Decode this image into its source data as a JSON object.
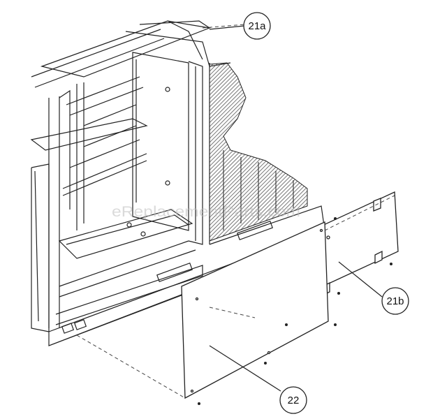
{
  "watermark": "eReplacementParts.com",
  "callouts": [
    {
      "id": "c21a",
      "label": "21a"
    },
    {
      "id": "c21b",
      "label": "21b"
    },
    {
      "id": "c22",
      "label": "22"
    }
  ],
  "colors": {
    "line": "#222222",
    "hatch": "#555555",
    "background": "#ffffff"
  }
}
